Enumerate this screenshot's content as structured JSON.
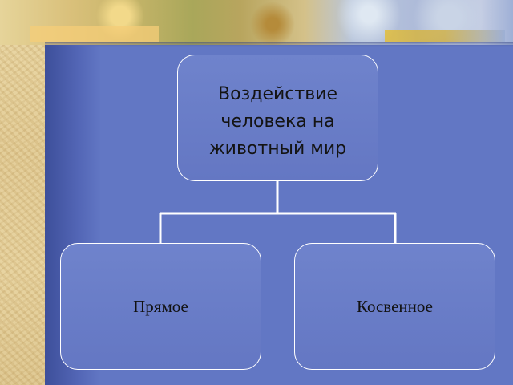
{
  "diagram": {
    "root": {
      "label": "Воздействие \nчеловека на\nживотный мир"
    },
    "children": [
      {
        "label": "Прямое"
      },
      {
        "label": "Косвенное"
      }
    ]
  },
  "colors": {
    "background": "#6277c4",
    "node_fill": "#6b7fc9",
    "node_border": "#ffffff",
    "connector": "#ffffff"
  }
}
